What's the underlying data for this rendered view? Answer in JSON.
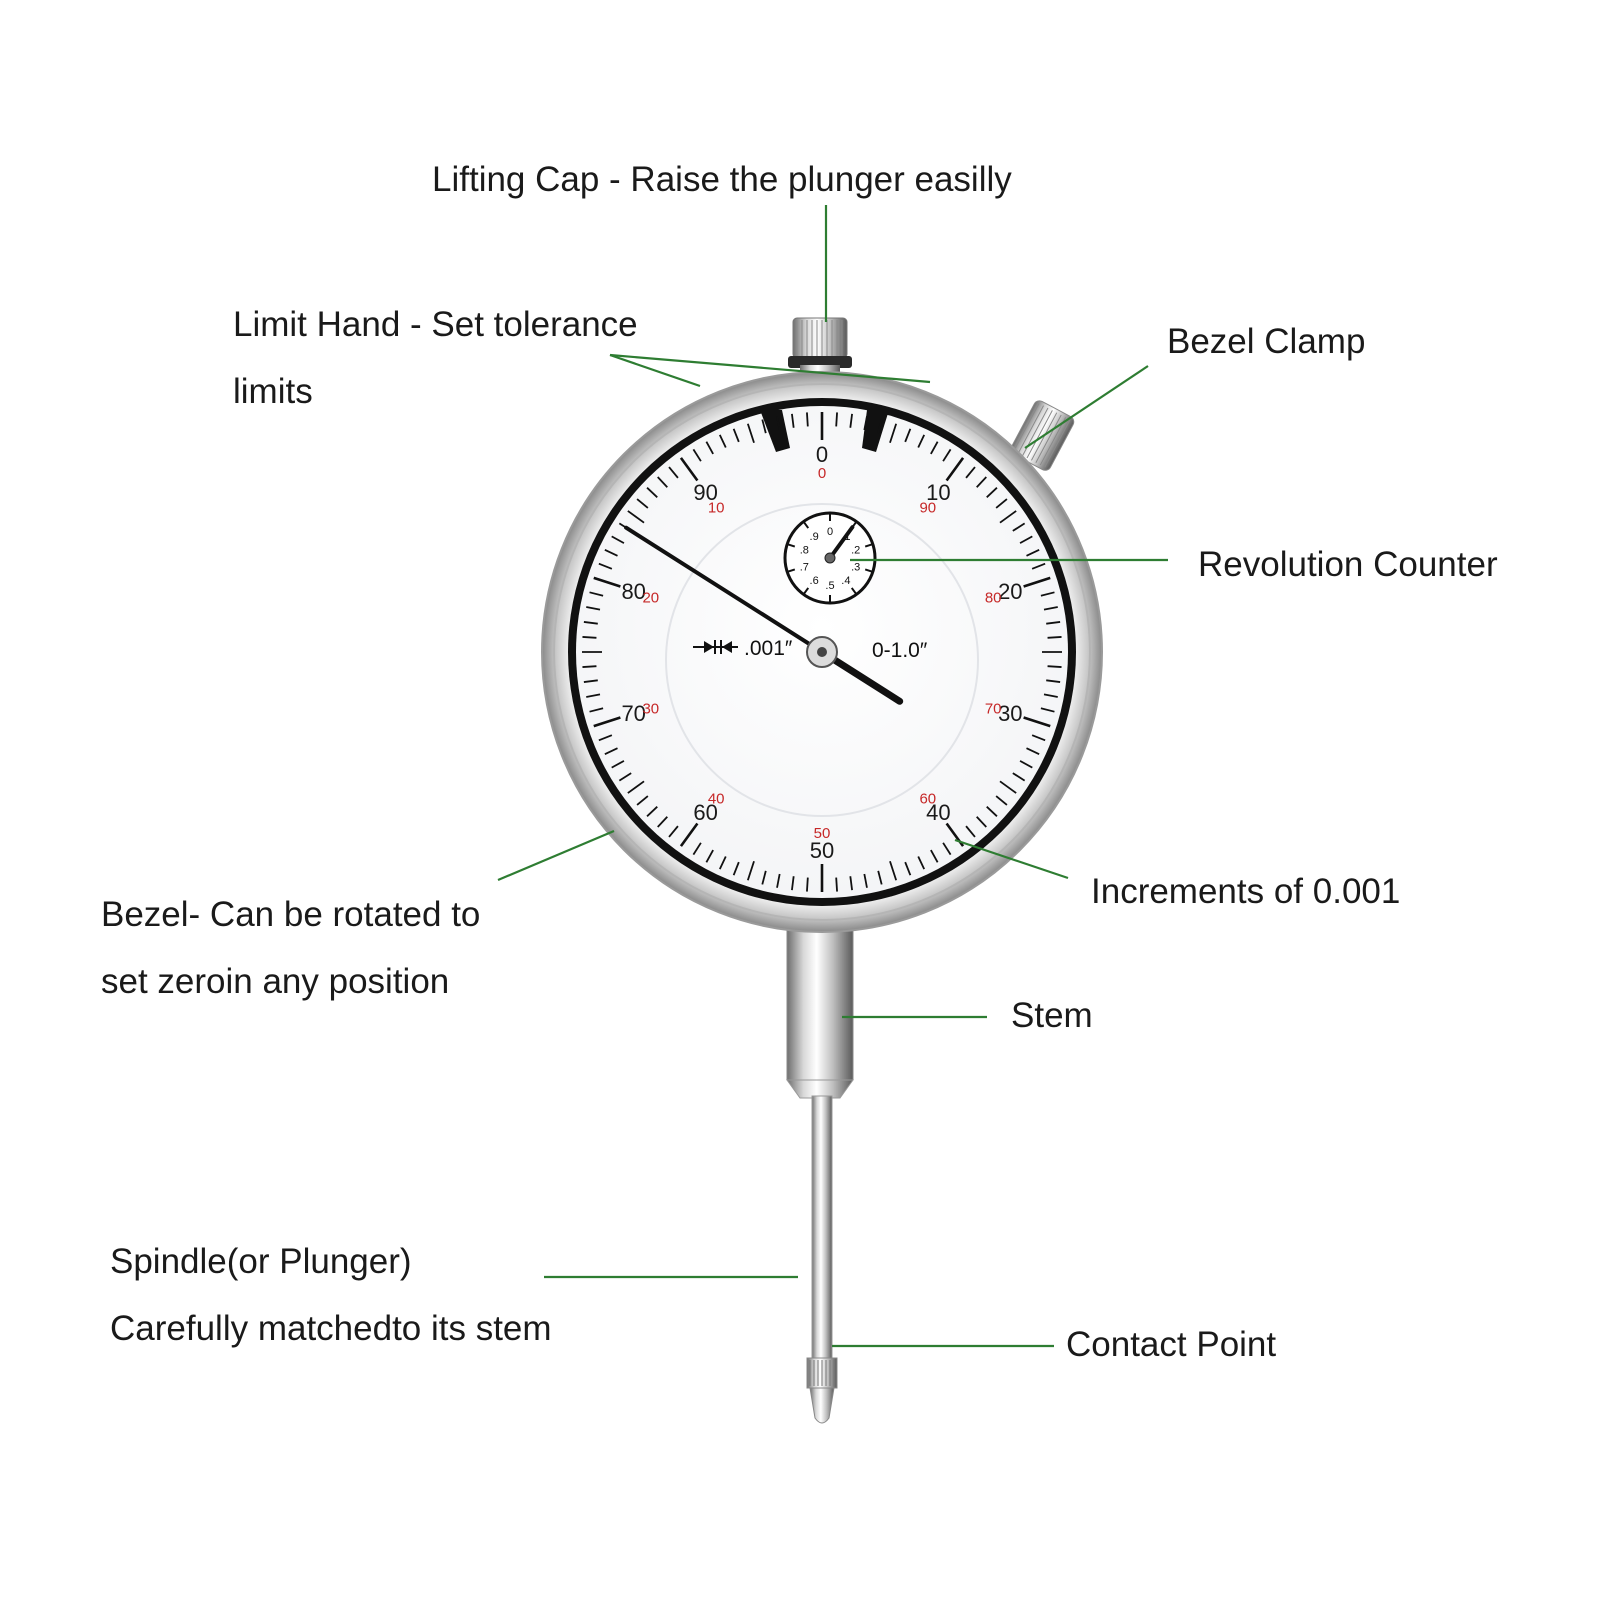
{
  "labels": {
    "lifting_cap": "Lifting Cap - Raise the plunger easilly",
    "limit_hand_1": "Limit Hand - Set tolerance",
    "limit_hand_2": "limits",
    "bezel_clamp": "Bezel Clamp",
    "revolution_counter": "Revolution Counter",
    "bezel_1": "Bezel- Can be rotated to",
    "bezel_2": "set zeroin any position",
    "increments": "Increments of 0.001",
    "stem": "Stem",
    "spindle_1": "Spindle(or Plunger)",
    "spindle_2": "Carefully matchedto its stem",
    "contact_point": "Contact Point"
  },
  "dial": {
    "resolution_text": ".001″",
    "range_text": "0-1.0″",
    "outer_numbers": [
      "0",
      "10",
      "20",
      "30",
      "40",
      "50",
      "60",
      "70",
      "80",
      "90"
    ],
    "inner_numbers": [
      "0",
      "90",
      "80",
      "70",
      "60",
      "50",
      "40",
      "30",
      "20",
      "10"
    ],
    "counter_numbers": [
      "0",
      ".1",
      ".2",
      ".3",
      ".4",
      ".5",
      ".6",
      ".7",
      ".8",
      ".9"
    ],
    "main_pointer_reading": 84,
    "counter_pointer_reading": 0.1
  },
  "colors": {
    "leader_line": "#2e7d32",
    "inner_scale_text": "#c62828",
    "label_text": "#1a1a1a"
  }
}
